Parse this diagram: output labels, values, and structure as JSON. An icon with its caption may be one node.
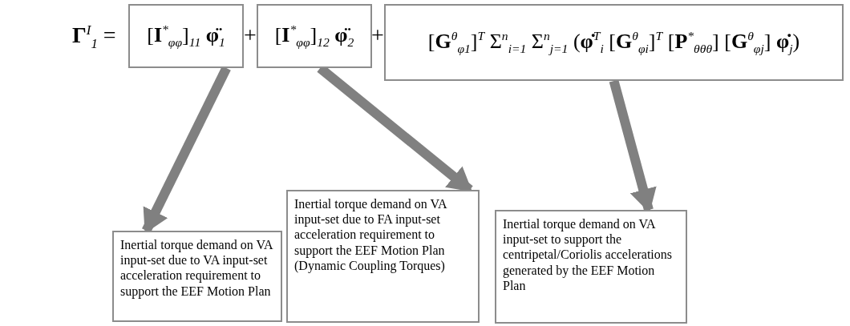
{
  "diagram": {
    "nodes": [
      {
        "text": [
          "[**I**$^{*}$$_{φφ}$]$_{11}$ **φ̈**$_{1}$"
        ]
      },
      {
        "text": [
          "[**I**$^{*}$$_{φφ}$]$_{12}$ **φ̈**$_{2}$"
        ]
      },
      {
        "text": [
          "[**G**$^{θ}$$_{φ1}$]$^{T}$ Σ$^{n}$$_{i=1}$ Σ$^{n}$$_{j=1}$ (**φ̇**$^{T}$$_{i}$ [**G**$^{θ}$$_{φi}$]$^{T}$ [**P**$^{*}$$_{θθθ}$] [**G**$^{θ}$$_{φj}$] **φ̇**$_{j}$)"
        ]
      },
      {
        "text": [
          "Inertial torque demand on VA input-set due to VA input-set acceleration requirement to support the EEF Motion Plan"
        ]
      },
      {
        "text": [
          "Inertial torque demand on VA input-set due to FA input-set acceleration requirement to support the EEF Motion Plan (Dynamic Coupling Torques)"
        ]
      },
      {
        "text": [
          "Inertial torque demand on VA input-set to support the centripetal/Coriolis accelerations generated by the EEF Motion Plan"
        ]
      }
    ],
    "edges": [
      {
        "from": 0,
        "to": 3,
        "arrow": "to"
      },
      {
        "from": 1,
        "to": 4,
        "arrow": "to"
      },
      {
        "from": 2,
        "to": 5,
        "arrow": "to"
      }
    ],
    "labels": [
      "**Γ**$^{I}$$_{1}$ =",
      "+",
      "+"
    ]
  }
}
